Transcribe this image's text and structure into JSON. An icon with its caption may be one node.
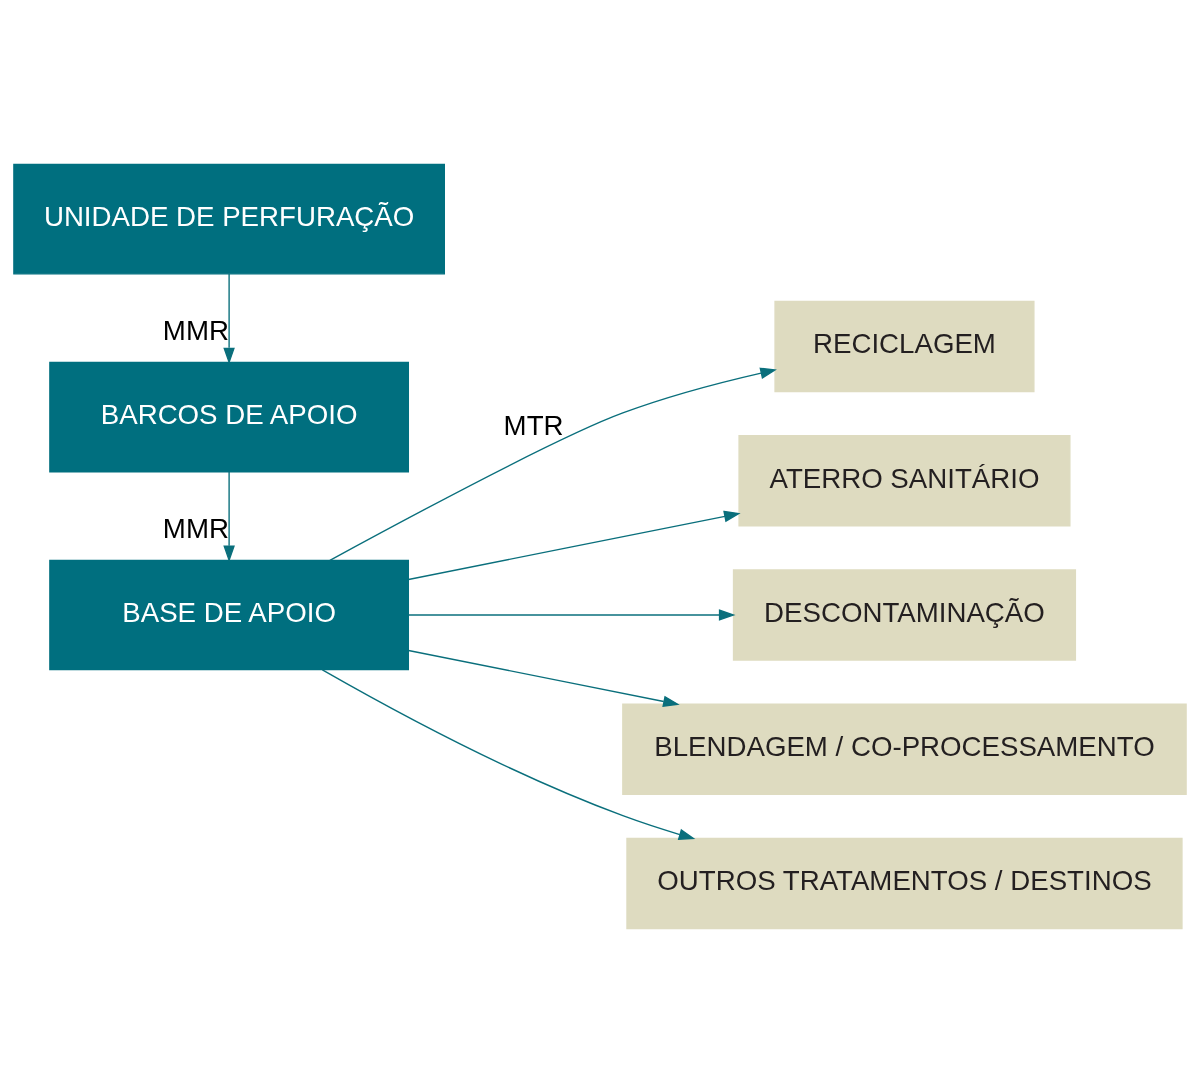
{
  "diagram": {
    "nodes": [
      {
        "text": [
          "UNIDADE DE PERFURAÇÃO"
        ]
      },
      {
        "text": [
          "BARCOS DE APOIO"
        ]
      },
      {
        "text": [
          "BASE DE APOIO"
        ]
      },
      {
        "text": [
          "RECICLAGEM"
        ]
      },
      {
        "text": [
          "ATERRO SANITÁRIO"
        ]
      },
      {
        "text": [
          "DESCONTAMINAÇÃO"
        ]
      },
      {
        "text": [
          "BLENDAGEM / CO-PROCESSAMENTO"
        ]
      },
      {
        "text": [
          "OUTROS TRATAMENTOS / DESTINOS"
        ]
      }
    ],
    "edges": [
      {
        "from": 0,
        "to": 1,
        "arrow": "to",
        "label": "MMR"
      },
      {
        "from": 1,
        "to": 2,
        "arrow": "to",
        "label": "MMR"
      },
      {
        "from": 2,
        "to": 3,
        "arrow": "to",
        "label": "MTR"
      },
      {
        "from": 2,
        "to": 4,
        "arrow": "to"
      },
      {
        "from": 2,
        "to": 5,
        "arrow": "to"
      },
      {
        "from": 2,
        "to": 6,
        "arrow": "to"
      },
      {
        "from": 2,
        "to": 7,
        "arrow": "to"
      }
    ]
  }
}
